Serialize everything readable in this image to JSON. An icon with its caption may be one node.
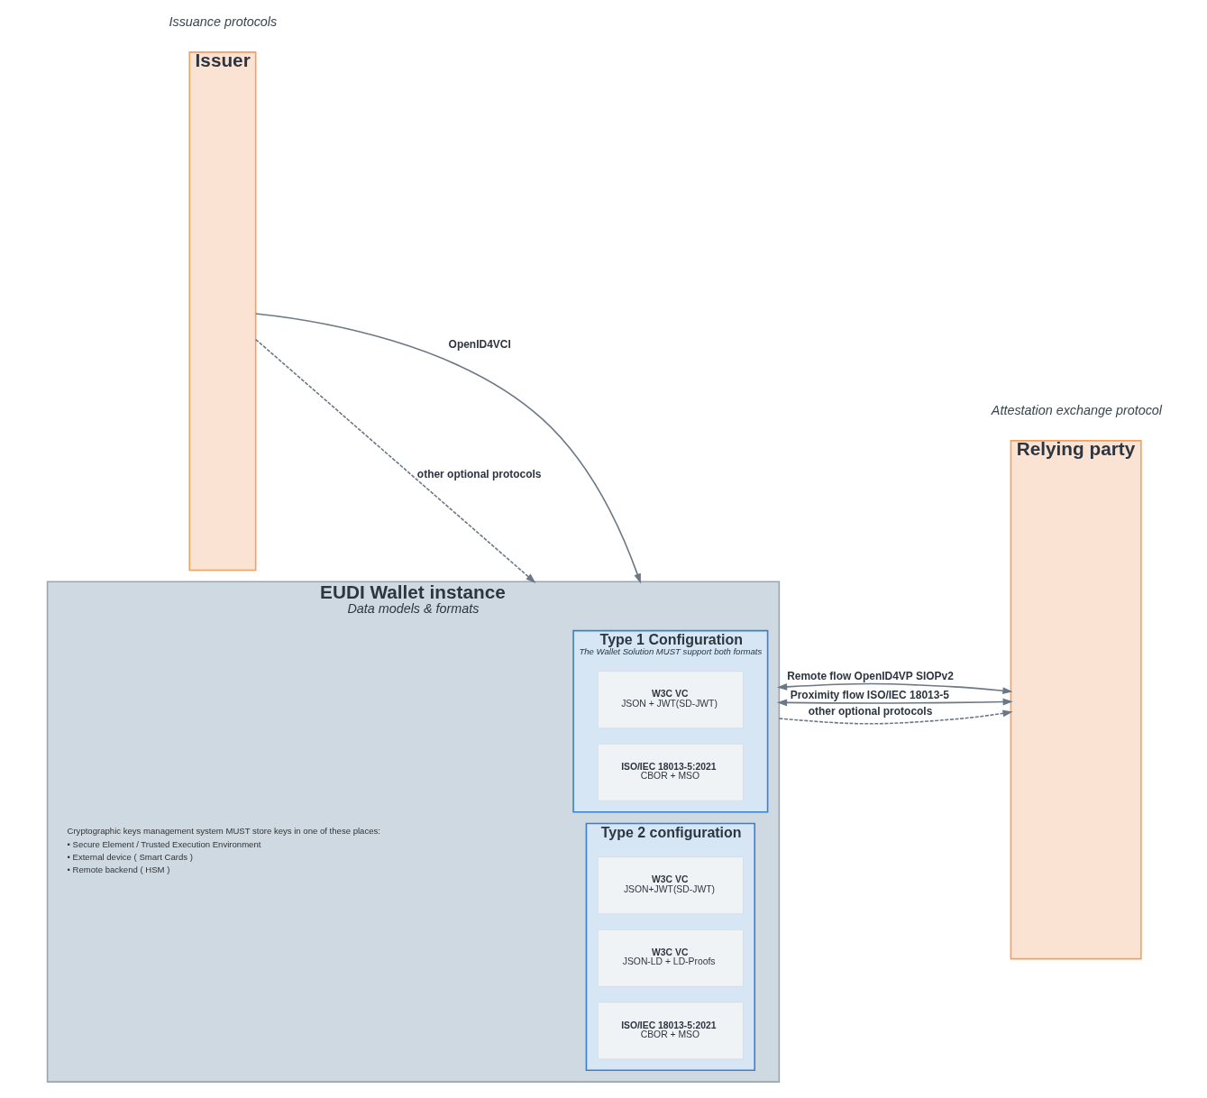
{
  "diagram": {
    "nodes": [
      {
        "text": [
          "Issuer"
        ]
      },
      {
        "text": [
          "EUDI Wallet instance",
          "Data models & formats"
        ]
      },
      {
        "text": [
          "Type 1 Configuration",
          "The Wallet Solution MUST support both formats"
        ],
        "in": 1
      },
      {
        "text": [
          "W3C VC",
          "JSON + JWT(SD-JWT)"
        ],
        "in": 2
      },
      {
        "text": [
          "ISO/IEC 18013-5:2021",
          "CBOR + MSO"
        ],
        "in": 2
      },
      {
        "text": [
          "Type 2 configuration"
        ],
        "in": 1
      },
      {
        "text": [
          "W3C VC",
          "JSON+JWT(SD-JWT)"
        ],
        "in": 5
      },
      {
        "text": [
          "W3C VC",
          "JSON-LD + LD-Proofs"
        ],
        "in": 5
      },
      {
        "text": [
          "ISO/IEC 18013-5:2021",
          "CBOR + MSO"
        ],
        "in": 5
      },
      {
        "text": [
          "Relying party"
        ]
      }
    ],
    "edges": [
      {
        "from": 0,
        "to": 1,
        "arrow": "to",
        "label": "OpenID4VCI"
      },
      {
        "from": 1,
        "to": 9,
        "arrow": "both",
        "label": "Remote flow OpenID4VP SIOPv2"
      },
      {
        "from": 1,
        "to": 9,
        "arrow": "both",
        "label": "Proximity flow ISO/IEC 18013-5"
      },
      {
        "from": 0,
        "to": 1,
        "arrow": "to",
        "label": "other optional protocols",
        "style": "dashed"
      },
      {
        "from": 1,
        "to": 9,
        "arrow": "to",
        "label": "other optional protocols",
        "style": "dashed"
      }
    ],
    "labels": [
      "Issuance protocols",
      "Attestation exchange protocol",
      "Cryptographic keys management system MUST store keys in one of these places:",
      "• Secure Element / Trusted Execution Environment",
      "• External device ( Smart Cards )",
      "• Remote backend ( HSM )"
    ]
  }
}
